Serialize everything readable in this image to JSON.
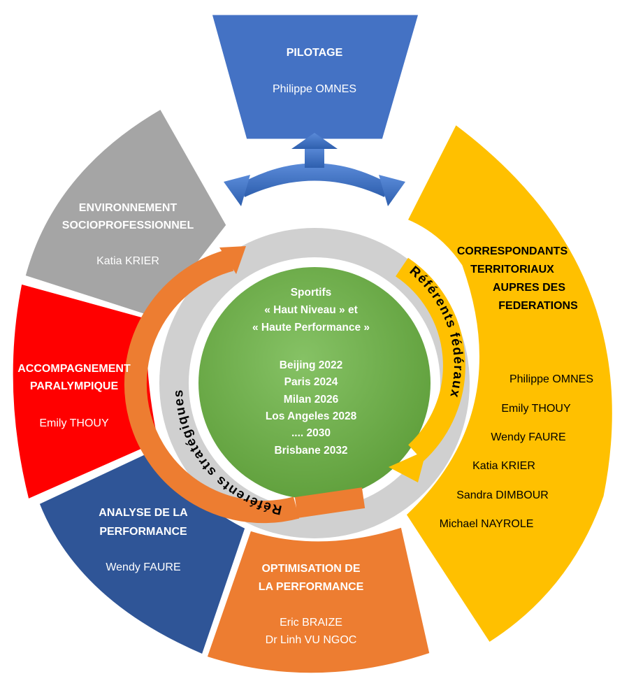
{
  "colors": {
    "pilotage": "#4472C4",
    "environnement": "#A5A5A5",
    "paralympique": "#FF0000",
    "analyse": "#2F5597",
    "optimisation": "#ED7D31",
    "correspondants": "#FFC000",
    "center": "#70AD47",
    "ring": "#D0D0D0",
    "arrow_blue": "#4472C4",
    "arrow_orange": "#ED7D31",
    "arrow_yellow": "#FFC000"
  },
  "sections": {
    "pilotage": {
      "title": "PILOTAGE",
      "names": [
        "Philippe OMNES"
      ]
    },
    "environnement": {
      "title": [
        "ENVIRONNEMENT",
        "SOCIOPROFESSIONNEL"
      ],
      "names": [
        "Katia KRIER"
      ]
    },
    "paralympique": {
      "title": [
        "ACCOMPAGNEMENT",
        "PARALYMPIQUE"
      ],
      "names": [
        "Emily THOUY"
      ]
    },
    "analyse": {
      "title": [
        "ANALYSE DE LA",
        "PERFORMANCE"
      ],
      "names": [
        "Wendy FAURE"
      ]
    },
    "optimisation": {
      "title": [
        "OPTIMISATION DE",
        "LA PERFORMANCE"
      ],
      "names": [
        "Eric BRAIZE",
        "Dr Linh VU NGOC"
      ]
    },
    "correspondants": {
      "title": [
        "CORRESPONDANTS",
        "TERRITORIAUX",
        "AUPRES DES",
        "FEDERATIONS"
      ],
      "names": [
        "Philippe OMNES",
        "Emily THOUY",
        "Wendy FAURE",
        "Katia KRIER",
        "Sandra DIMBOUR",
        "Michael NAYROLE"
      ]
    }
  },
  "center": {
    "lines": [
      "Sportifs",
      "« Haut Niveau » et",
      "« Haute Performance »",
      "",
      "Beijing 2022",
      "Paris 2024",
      "Milan 2026",
      "Los Angeles 2028",
      ".... 2030",
      "Brisbane 2032"
    ]
  },
  "arcs": {
    "federaux": "Référents fédéraux",
    "strategiques": "Référents stratégiques"
  }
}
